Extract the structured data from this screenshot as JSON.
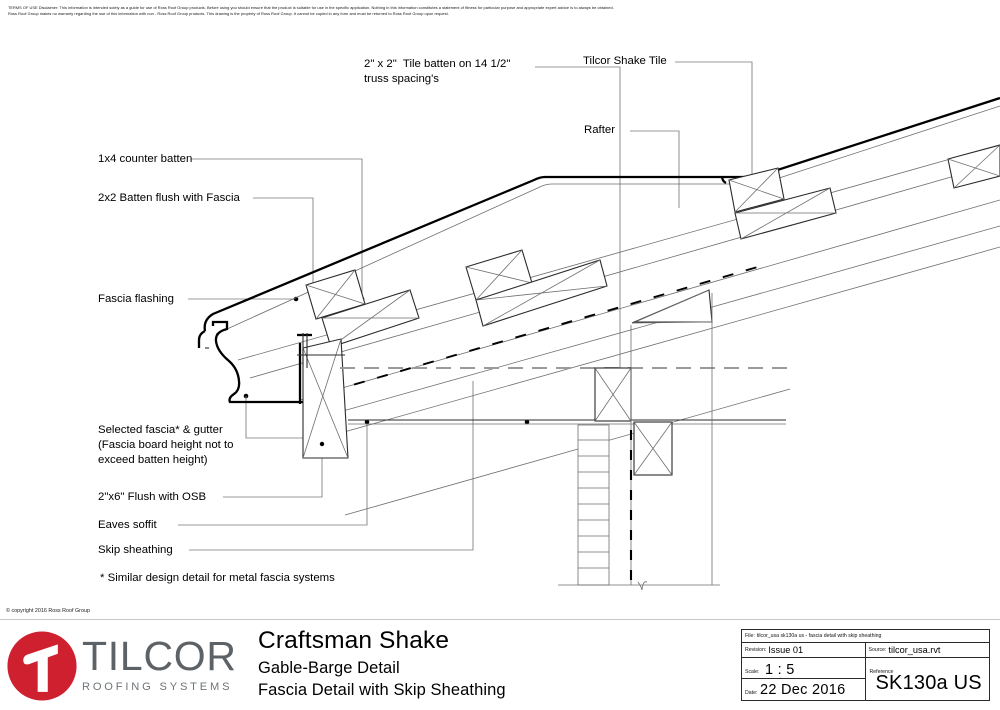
{
  "disclaimer": {
    "line1": "TERMS OF USE Disclaimer: This information is intended solely as a guide for use of Ross Roof Group products. Before using you should ensure that the product is suitable for use in the specific application. Nothing in this information constitutes a statement of fitness for particular purpose and appropriate expert advice is to always be obtained.",
    "line2": "Ross Roof Group makes no warranty regarding the use of this information with non - Ross Roof Group products. This drawing is the property of Ross Roof Group. It cannot be copied in any form and must be returned to Ross Roof Group upon request."
  },
  "annotations": {
    "tile_batten": "2\" x 2\"  Tile batten on 14 1/2\"\ntruss spacing's",
    "shake_tile": "Tilcor Shake Tile",
    "rafter": "Rafter",
    "counter_batten": "1x4 counter batten",
    "batten_flush": "2x2 Batten flush with Fascia",
    "fascia_flashing": "Fascia flashing",
    "selected_fascia": "Selected fascia* & gutter\n(Fascia board height not to\nexceed batten height)",
    "flush_osb": "2\"x6\" Flush with OSB",
    "eaves_soffit": "Eaves soffit",
    "skip_sheathing": "Skip sheathing",
    "footnote": "* Similar design detail for metal fascia systems"
  },
  "copyright": "© copyright 2016 Ross Roof Group",
  "logo": {
    "brand": "TILCOR",
    "tagline": "ROOFING SYSTEMS",
    "mark_color": "#cf2030",
    "word_color": "#5d6266"
  },
  "sheet_title": {
    "main": "Craftsman Shake",
    "sub1": "Gable-Barge Detail",
    "sub2": "Fascia Detail with Skip Sheathing"
  },
  "title_block": {
    "file_label": "File:",
    "file_value": "tilcor_usa sk130a us - fascia detail with skip sheathing",
    "revision_label": "Revision:",
    "revision_value": "Issue 01",
    "source_label": "Source:",
    "source_value": "tilcor_usa.rvt",
    "scale_label": "Scale:",
    "scale_value": "1 : 5",
    "reference_label": "Reference",
    "reference_value": "SK130a US",
    "date_label": "Date:",
    "date_value": "22 Dec 2016"
  }
}
